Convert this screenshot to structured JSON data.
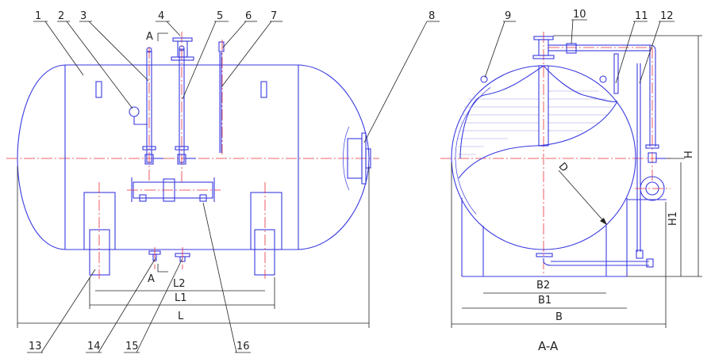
{
  "title": "Horizontal pressure tank arrangement drawing",
  "colors": {
    "outline": "#3a3ae0",
    "centerline": "#e8303a",
    "dimension": "#222222"
  },
  "callouts": [
    "1",
    "2",
    "3",
    "4",
    "5",
    "6",
    "7",
    "8",
    "9",
    "10",
    "11",
    "12",
    "13",
    "14",
    "15",
    "16"
  ],
  "section_marks": {
    "top": "A",
    "bottom": "A"
  },
  "dimensions": {
    "L": "L",
    "L1": "L1",
    "L2": "L2",
    "B": "B",
    "B1": "B1",
    "B2": "B2",
    "H": "H",
    "H1": "H1",
    "D": "D"
  },
  "section_title": "A-A"
}
